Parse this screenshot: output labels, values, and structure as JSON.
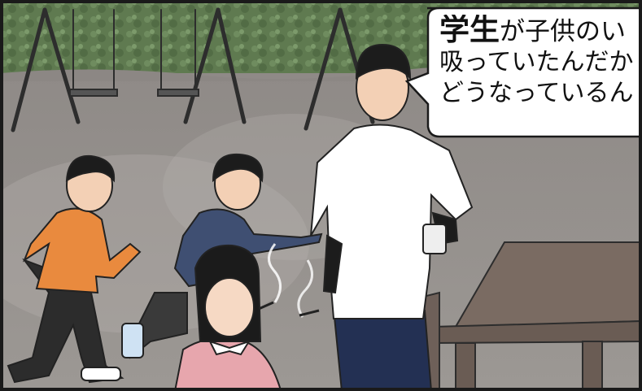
{
  "speech_bubble": {
    "line1_emphasis": "学生",
    "line1_rest": "が子供のい",
    "line2": "吸っていたんだか",
    "line3": "どうなっているん"
  },
  "colors": {
    "border": "#1a1a1a",
    "hedge": "#5f7a50",
    "ground": "#8f8a86",
    "shirt_white": "#ffffff",
    "orange_shirt": "#e98a3e",
    "navy_shirt": "#3f4f72",
    "pink_sweater": "#e7a6ad",
    "table_brown": "#7a6b62"
  }
}
